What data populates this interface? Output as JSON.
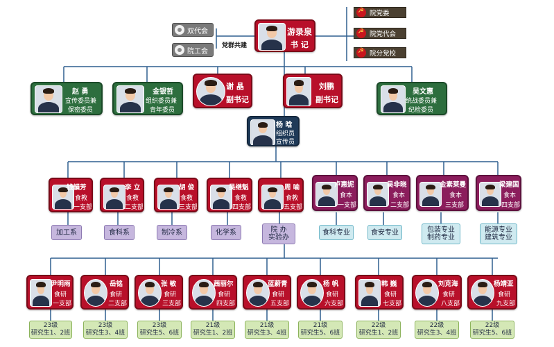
{
  "secretary": {
    "name": "游录泉",
    "title": "书  记"
  },
  "left_units": [
    "双代会",
    "院工会"
  ],
  "joint_label": "党群共建",
  "right_units": [
    "院党委",
    "院党代会",
    "院分党校"
  ],
  "committee": [
    {
      "name": "赵  勇",
      "role_lines": [
        "宣传委员兼",
        "保密委员"
      ]
    },
    {
      "name": "金银哲",
      "role_lines": [
        "组织委员兼",
        "青年委员"
      ]
    },
    {
      "name": "谢  晶",
      "role_lines": [
        "副书记"
      ]
    },
    {
      "name": "刘鹏",
      "role_lines": [
        "副书记"
      ]
    },
    {
      "name": "吴文惠",
      "role_lines": [
        "统战委员兼",
        "纪检委员"
      ]
    }
  ],
  "organizer": {
    "name": "杨  晗",
    "role_lines": [
      "组织员",
      "宣传员"
    ]
  },
  "teaching_branches": [
    {
      "name": "钱韻芳",
      "unit": "食教",
      "branch": "一支部",
      "dept": "加工系"
    },
    {
      "name": "李  立",
      "unit": "食教",
      "branch": "二支部",
      "dept": "食科系"
    },
    {
      "name": "胡  俊",
      "unit": "食教",
      "branch": "三支部",
      "dept": "制冷系"
    },
    {
      "name": "吴继魁",
      "unit": "食教",
      "branch": "四支部",
      "dept": "化学系"
    },
    {
      "name": "周  喻",
      "unit": "食教",
      "branch": "五支部",
      "dept": "院  办\n实验办"
    }
  ],
  "undergrad_branches": [
    {
      "name": "卢惠妮",
      "unit": "食本",
      "branch": "一支部",
      "dept": "食科专业"
    },
    {
      "name": "吴非晓",
      "unit": "食本",
      "branch": "二支部",
      "dept": "食安专业"
    },
    {
      "name": "金素莱曼",
      "unit": "食本",
      "branch": "三支部",
      "dept": "包装专业\n制药专业"
    },
    {
      "name": "梁建国",
      "unit": "食本",
      "branch": "四支部",
      "dept": "能源专业\n建筑专业"
    }
  ],
  "grad_branches": [
    {
      "name": "尹明雨",
      "unit": "食研",
      "branch": "一支部",
      "cohort": "23级\n研究生1、2班"
    },
    {
      "name": "岳铭",
      "unit": "食研",
      "branch": "二支部",
      "cohort": "23级\n研究生3、4班"
    },
    {
      "name": "张  敏",
      "unit": "食研",
      "branch": "三支部",
      "cohort": "23级\n研究生5、6班"
    },
    {
      "name": "茜丽尔",
      "unit": "食研",
      "branch": "四支部",
      "cohort": "21级\n研究生1、2班"
    },
    {
      "name": "蓝蔚青",
      "unit": "食研",
      "branch": "五支部",
      "cohort": "21级\n研究生3、4班"
    },
    {
      "name": "杨  帆",
      "unit": "食研",
      "branch": "六支部",
      "cohort": "21级\n研究生5、6班"
    },
    {
      "name": "韩  巍",
      "unit": "食研",
      "branch": "七支部",
      "cohort": "22级\n研究生1、2班"
    },
    {
      "name": "刘克海",
      "unit": "食研",
      "branch": "八支部",
      "cohort": "22级\n研究生3、4班"
    },
    {
      "name": "杨靖亚",
      "unit": "食研",
      "branch": "九支部",
      "cohort": "22级\n研究生5、6班"
    }
  ],
  "colors": {
    "red": "#b8102a",
    "green": "#2d6e3e",
    "navy": "#1f3a58",
    "purple": "#8b1d5c",
    "line": "#2f5f8f"
  }
}
